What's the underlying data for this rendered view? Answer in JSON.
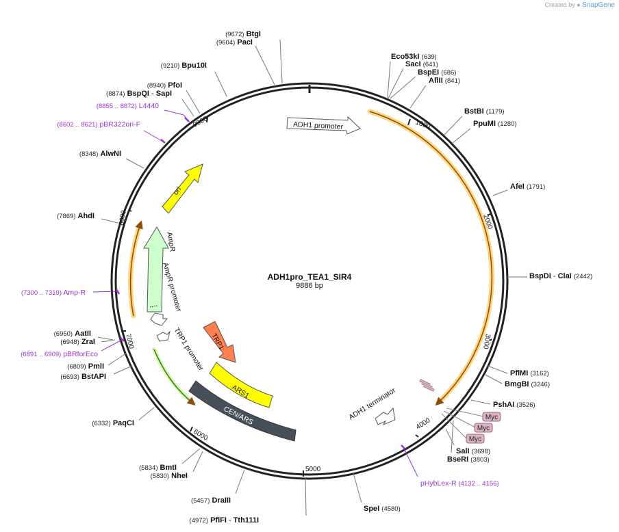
{
  "brand": {
    "created_by": "Created by",
    "app": "SnapGene"
  },
  "plasmid": {
    "name": "ADH1pro_TEA1_SIR4",
    "length_label": "9886 bp"
  },
  "ticks": [
    "1000",
    "2000",
    "3000",
    "4000",
    "5000",
    "6000",
    "7000",
    "8000",
    "9000"
  ],
  "sites": [
    {
      "name": "BtgI",
      "pos": "(9672)"
    },
    {
      "name": "PacI",
      "pos": "(9604)"
    },
    {
      "name": "Bpu10I",
      "pos": "(9210)"
    },
    {
      "name": "PfoI",
      "pos": "(8940)"
    },
    {
      "name": "BspQI",
      "sep": " - ",
      "name2": "SapI",
      "pos": "(8874)"
    },
    {
      "name": "AlwNI",
      "pos": "(8348)"
    },
    {
      "name": "AhdI",
      "pos": "(7869)"
    },
    {
      "name": "AatII",
      "pos": "(6950)"
    },
    {
      "name": "ZraI",
      "pos": "(6948)"
    },
    {
      "name": "PmlI",
      "pos": "(6809)"
    },
    {
      "name": "BstAPI",
      "pos": "(6693)"
    },
    {
      "name": "PaqCI",
      "pos": "(6332)"
    },
    {
      "name": "BmtI",
      "pos": "(5834)"
    },
    {
      "name": "NheI",
      "pos": "(5830)"
    },
    {
      "name": "DraIII",
      "pos": "(5457)"
    },
    {
      "name": "PflFI",
      "sep": " - ",
      "name2": "Tth111I",
      "pos": "(4972)"
    },
    {
      "name": "Eco53kI",
      "pos": "(639)"
    },
    {
      "name": "SacI",
      "pos": "(641)"
    },
    {
      "name": "BspEI",
      "pos": "(686)"
    },
    {
      "name": "AflII",
      "pos": "(841)"
    },
    {
      "name": "BstBI",
      "pos": "(1179)"
    },
    {
      "name": "PpuMI",
      "pos": "(1280)"
    },
    {
      "name": "AfeI",
      "pos": "(1791)"
    },
    {
      "name": "BspDI",
      "sep": " - ",
      "name2": "ClaI",
      "pos": "(2442)"
    },
    {
      "name": "PflMI",
      "pos": "(3162)"
    },
    {
      "name": "BmgBI",
      "pos": "(3246)"
    },
    {
      "name": "PshAI",
      "pos": "(3526)"
    },
    {
      "name": "SalI",
      "pos": "(3698)"
    },
    {
      "name": "BseRI",
      "pos": "(3803)"
    },
    {
      "name": "SpeI",
      "pos": "(4580)"
    }
  ],
  "primers": [
    {
      "name": "L4440",
      "range": "(8855 .. 8872)"
    },
    {
      "name": "pBR322ori-F",
      "range": "(8602 .. 8621)"
    },
    {
      "name": "Amp-R",
      "range": "(7300 .. 7319)"
    },
    {
      "name": "pBRforEco",
      "range": "(6891 .. 6909)"
    },
    {
      "name": "pHybLex-R",
      "range": "(4132 .. 4156)"
    }
  ],
  "features": [
    {
      "name": "ADH1 promoter",
      "color": "#ffffff"
    },
    {
      "name": "ori",
      "color": "#ffff00"
    },
    {
      "name": "AmpR",
      "color": "#ccffcc"
    },
    {
      "name": "AmpR promoter",
      "color": "#ffffff"
    },
    {
      "name": "TRP1",
      "color": "#ff7f50"
    },
    {
      "name": "TRP1 promoter",
      "color": "#ffffff"
    },
    {
      "name": "ARS1",
      "color": "#ffff00"
    },
    {
      "name": "CEN/ARS",
      "color": "#475059"
    },
    {
      "name": "ADH1 terminator",
      "color": "#ffffff"
    }
  ],
  "tags": [
    "Myc",
    "Myc",
    "Myc"
  ],
  "colors": {
    "backbone": "#222222",
    "primer": "#9b30d0",
    "orf_inner": "#8a4d10",
    "orf_glow": "#ffd47a",
    "tag_fill": "#dcb3c4",
    "tag_stroke": "#9a6b7f",
    "green_line": "#2e7d1e",
    "green_glow": "#d7f2a8"
  }
}
